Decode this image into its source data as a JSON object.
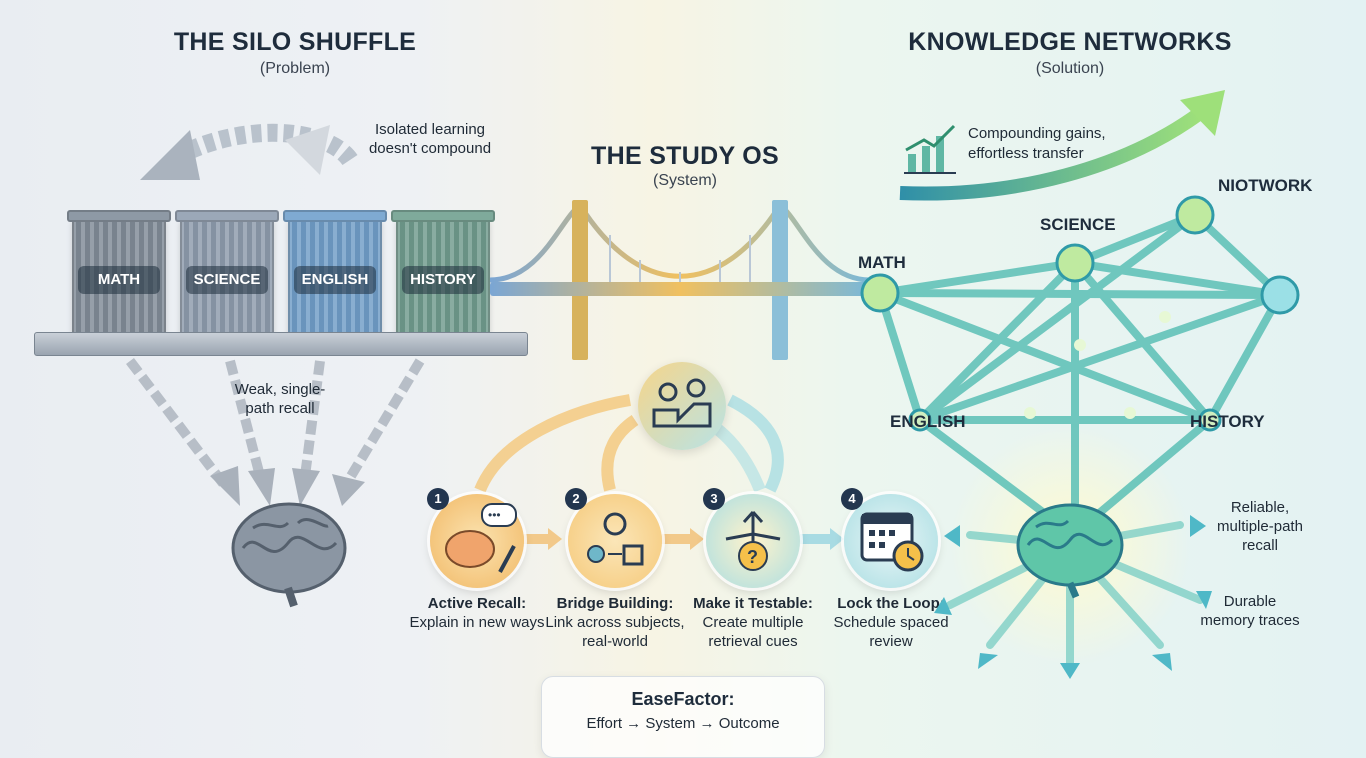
{
  "left": {
    "title": "THE SILO SHUFFLE",
    "subtitle": "(Problem)",
    "note_isolated": "Isolated learning doesn't compound",
    "note_weak": "Weak, single-path recall",
    "silos": [
      "MATH",
      "SCIENCE",
      "ENGLISH",
      "HISTORY"
    ],
    "silo_colors": [
      "#7f8a96",
      "#8c9aab",
      "#6f9cc6",
      "#6f9a8c"
    ]
  },
  "center": {
    "title": "THE STUDY OS",
    "subtitle": "(System)",
    "steps": [
      {
        "num": "1",
        "title": "Active Recall:",
        "desc": "Explain in new ways"
      },
      {
        "num": "2",
        "title": "Bridge Building:",
        "desc": "Link across subjects, real-world"
      },
      {
        "num": "3",
        "title": "Make it Testable:",
        "desc": "Create multiple retrieval cues"
      },
      {
        "num": "4",
        "title": "Lock the Loop:",
        "desc": "Schedule spaced review"
      }
    ],
    "ease_title": "EaseFactor:",
    "ease_desc": "Effort → System → Outcome"
  },
  "right": {
    "title": "KNOWLEDGE NETWORKS",
    "subtitle": "(Solution)",
    "note_gains": "Compounding gains, effortless transfer",
    "nodes": [
      "MATH",
      "SCIENCE",
      "NIOTWORK",
      "ENGLISH",
      "HISTORY"
    ],
    "note_reliable": "Reliable, multiple-path recall",
    "note_durable": "Durable memory traces"
  },
  "colors": {
    "accent_green": "#8fd36a",
    "accent_teal": "#3fb2b8",
    "accent_orange": "#f2b24a",
    "navy": "#1e2c3c"
  }
}
